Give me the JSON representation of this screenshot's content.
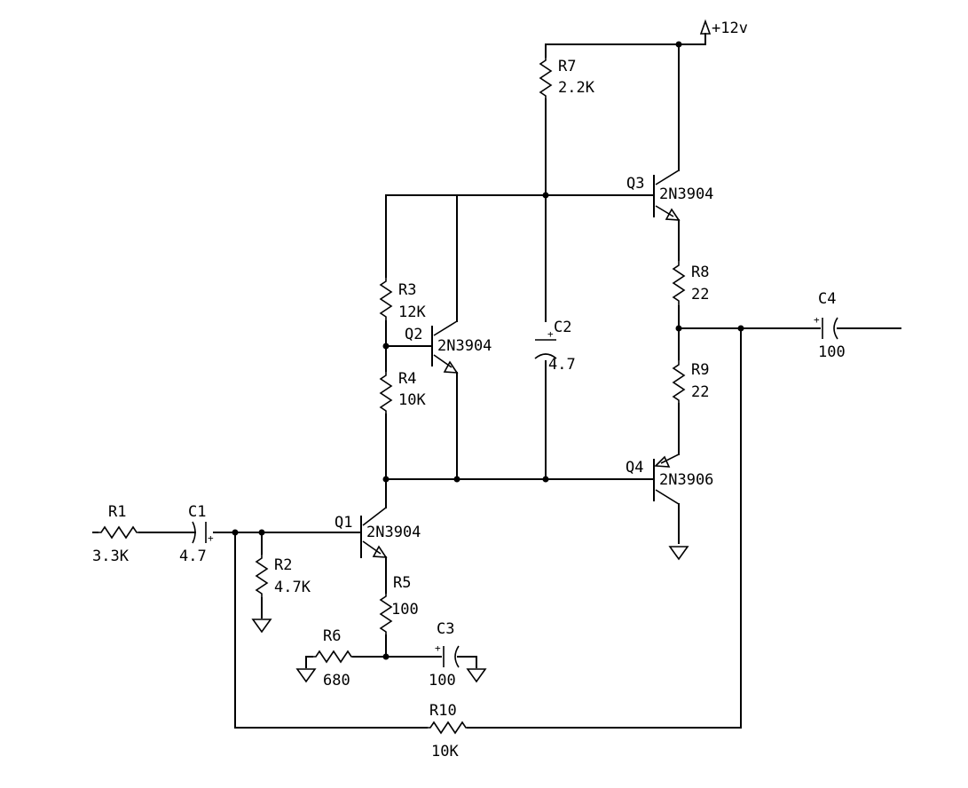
{
  "supply": {
    "label": "+12v"
  },
  "components": {
    "R1": {
      "ref": "R1",
      "value": "3.3K"
    },
    "R2": {
      "ref": "R2",
      "value": "4.7K"
    },
    "R3": {
      "ref": "R3",
      "value": "12K"
    },
    "R4": {
      "ref": "R4",
      "value": "10K"
    },
    "R5": {
      "ref": "R5",
      "value": "100"
    },
    "R6": {
      "ref": "R6",
      "value": "680"
    },
    "R7": {
      "ref": "R7",
      "value": "2.2K"
    },
    "R8": {
      "ref": "R8",
      "value": "22"
    },
    "R9": {
      "ref": "R9",
      "value": "22"
    },
    "R10": {
      "ref": "R10",
      "value": "10K"
    },
    "C1": {
      "ref": "C1",
      "value": "4.7"
    },
    "C2": {
      "ref": "C2",
      "value": "4.7"
    },
    "C3": {
      "ref": "C3",
      "value": "100"
    },
    "C4": {
      "ref": "C4",
      "value": "100"
    },
    "Q1": {
      "ref": "Q1",
      "value": "2N3904"
    },
    "Q2": {
      "ref": "Q2",
      "value": "2N3904"
    },
    "Q3": {
      "ref": "Q3",
      "value": "2N3904"
    },
    "Q4": {
      "ref": "Q4",
      "value": "2N3906"
    }
  },
  "polarity_mark": "+"
}
